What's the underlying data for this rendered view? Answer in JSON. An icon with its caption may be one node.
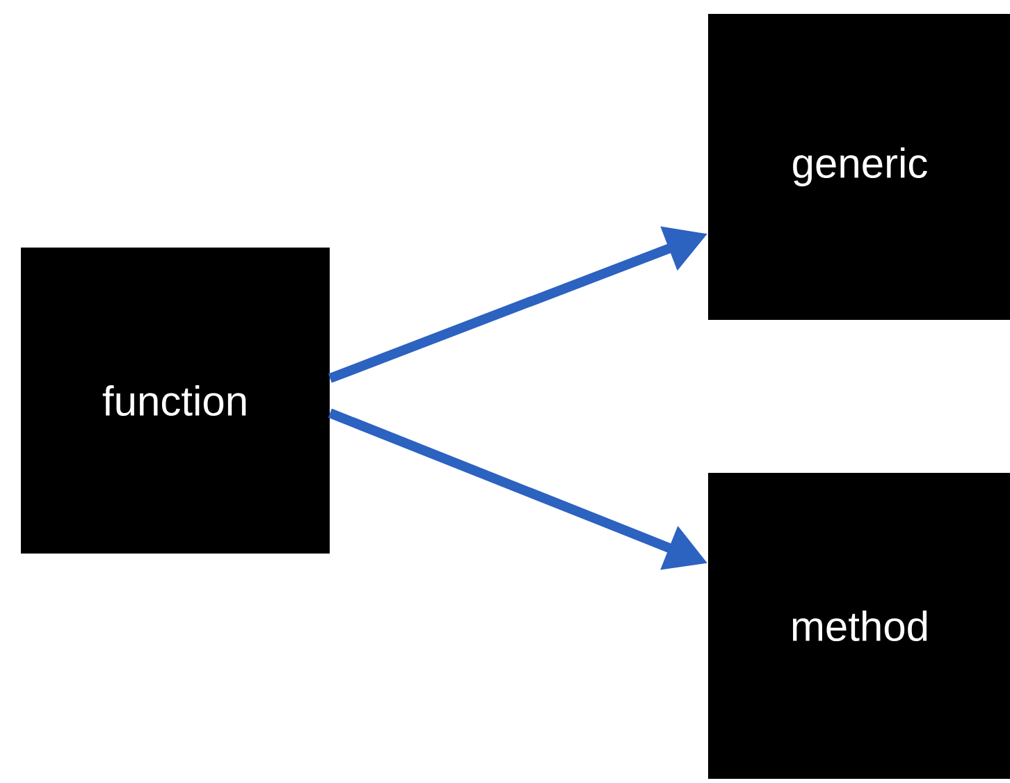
{
  "diagram": {
    "nodes": [
      {
        "text": [
          "function"
        ]
      },
      {
        "text": [
          "generic"
        ]
      },
      {
        "text": [
          "method"
        ]
      }
    ],
    "edges": [
      {
        "from": 0,
        "to": 1,
        "arrow": "to"
      },
      {
        "from": 0,
        "to": 2,
        "arrow": "to"
      }
    ]
  }
}
